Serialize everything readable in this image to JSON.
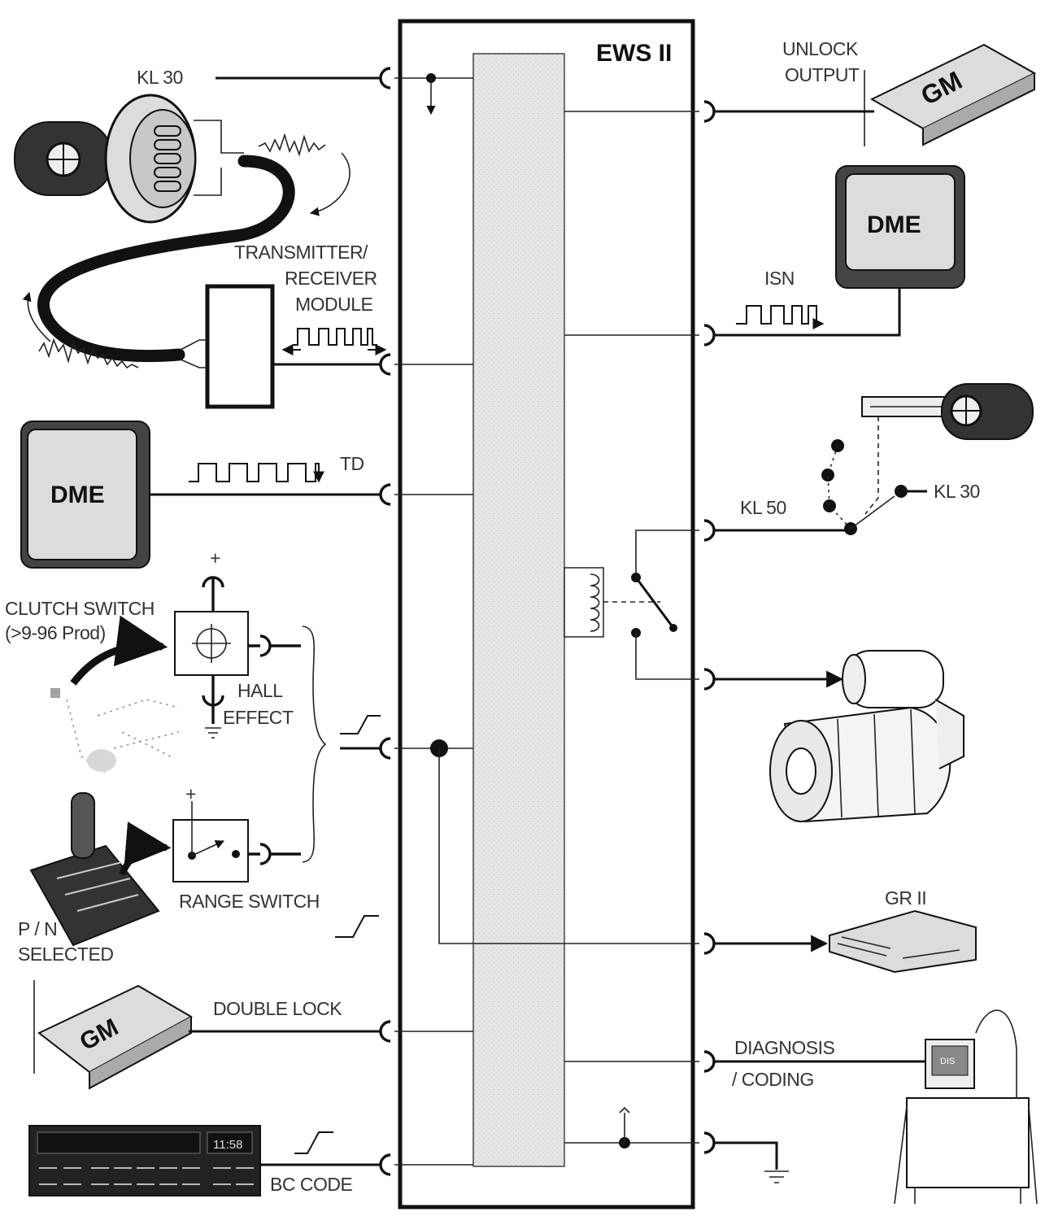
{
  "module": {
    "title": "EWS II"
  },
  "labels": {
    "kl30_top": "KL 30",
    "unlock_output_1": "UNLOCK",
    "unlock_output_2": "OUTPUT",
    "transmitter_1": "TRANSMITTER/",
    "transmitter_2": "RECEIVER",
    "transmitter_3": "MODULE",
    "isn": "ISN",
    "td": "TD",
    "kl50": "KL 50",
    "kl30_right": "KL 30",
    "clutch_1": "CLUTCH SWITCH",
    "clutch_2": "(>9-96 Prod)",
    "hall_1": "HALL",
    "hall_2": "EFFECT",
    "range_switch": "RANGE SWITCH",
    "pn_1": "P / N",
    "pn_2": "SELECTED",
    "gr2": "GR II",
    "double_lock": "DOUBLE LOCK",
    "diag_1": "DIAGNOSIS",
    "diag_2": "/ CODING",
    "bc_code": "BC CODE",
    "plus_1": "+",
    "plus_2": "+"
  },
  "devices": {
    "dme_right": "DME",
    "dme_left": "DME",
    "gm_right": "GM",
    "gm_left": "GM",
    "dis_screen": "DIS",
    "cluster_display": "11:58"
  },
  "colors": {
    "ink": "#111111",
    "panel": "#e4e4e4",
    "device": "#d9d9d9"
  }
}
